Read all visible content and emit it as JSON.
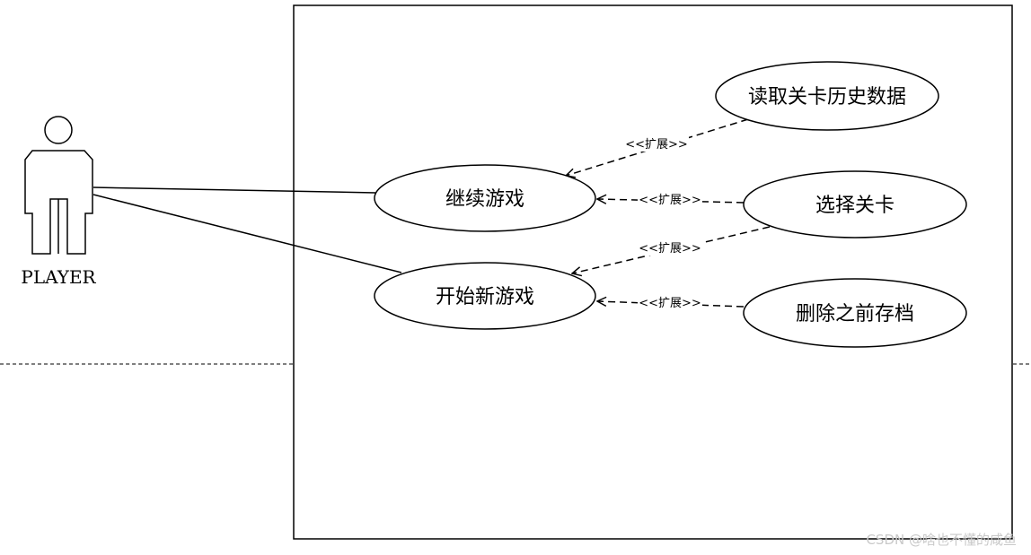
{
  "actor": {
    "label": "PLAYER"
  },
  "use_cases": {
    "continue_game": "继续游戏",
    "new_game": "开始新游戏",
    "read_history": "读取关卡历史数据",
    "select_level": "选择关卡",
    "delete_save": "删除之前存档"
  },
  "relations": {
    "extend_label": "<<扩展>>"
  },
  "watermark": "CSDN @啥也不懂的咸鱼"
}
